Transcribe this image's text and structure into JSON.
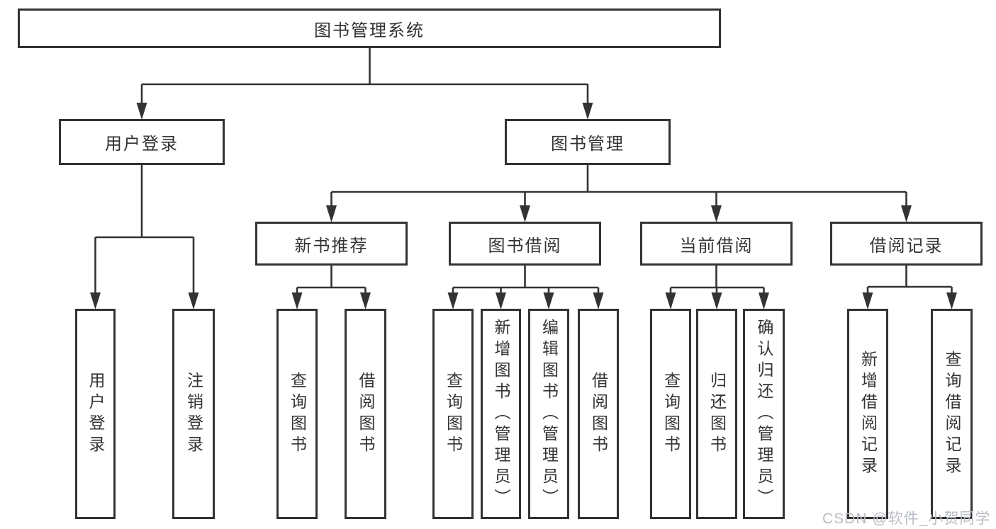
{
  "diagram": {
    "type": "hierarchy-tree",
    "title": "图书管理系统",
    "watermark": "CSDN @软件_小贺同学",
    "colors": {
      "line": "#333333",
      "border": "#333333",
      "text": "#333333",
      "background": "#ffffff",
      "watermark": "#b9bdc4"
    },
    "nodes": {
      "root": "图书管理系统",
      "user_login": "用户登录",
      "book_mgmt": "图书管理",
      "new_book_rec": "新书推荐",
      "book_borrow": "图书借阅",
      "current_borrow": "当前借阅",
      "borrow_record": "借阅记录",
      "leaf_user_login": "用户登录",
      "leaf_logout": "注销登录",
      "leaf_query_book_1": "查询图书",
      "leaf_borrow_book_1": "借阅图书",
      "leaf_query_book_2": "查询图书",
      "leaf_add_book": "新增图书（管理员）",
      "leaf_edit_book": "编辑图书（管理员）",
      "leaf_borrow_book_2": "借阅图书",
      "leaf_query_book_3": "查询图书",
      "leaf_return_book": "归还图书",
      "leaf_confirm_return": "确认归还（管理员）",
      "leaf_add_record": "新增借阅记录",
      "leaf_query_record": "查询借阅记录"
    },
    "structure": [
      {
        "parent": "图书管理系统",
        "children": [
          "用户登录",
          "图书管理"
        ]
      },
      {
        "parent": "用户登录",
        "children": [
          "用户登录",
          "注销登录"
        ]
      },
      {
        "parent": "图书管理",
        "children": [
          "新书推荐",
          "图书借阅",
          "当前借阅",
          "借阅记录"
        ]
      },
      {
        "parent": "新书推荐",
        "children": [
          "查询图书",
          "借阅图书"
        ]
      },
      {
        "parent": "图书借阅",
        "children": [
          "查询图书",
          "新增图书（管理员）",
          "编辑图书（管理员）",
          "借阅图书"
        ]
      },
      {
        "parent": "当前借阅",
        "children": [
          "查询图书",
          "归还图书",
          "确认归还（管理员）"
        ]
      },
      {
        "parent": "借阅记录",
        "children": [
          "新增借阅记录",
          "查询借阅记录"
        ]
      }
    ]
  }
}
